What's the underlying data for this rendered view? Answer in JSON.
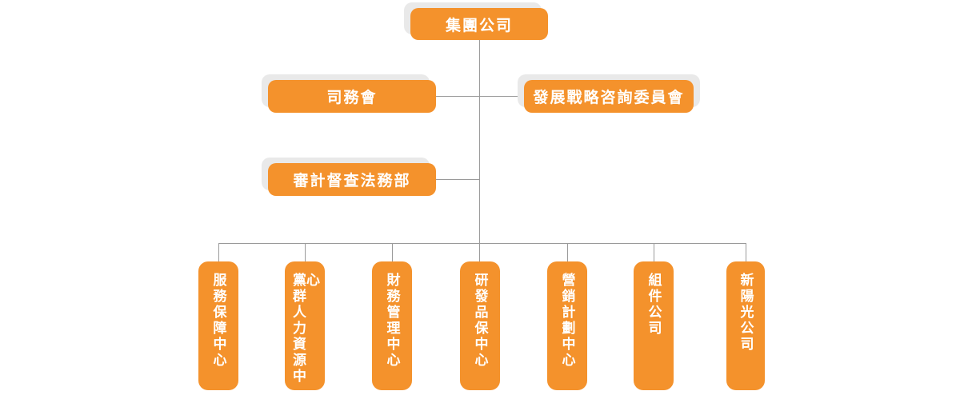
{
  "org_chart": {
    "root": {
      "label": "集團公司"
    },
    "level2": {
      "left": {
        "label": "司務會"
      },
      "right": {
        "label": "發展戰略咨詢委員會"
      }
    },
    "level3": {
      "left": {
        "label": "審計督查法務部"
      }
    },
    "departments": [
      {
        "label": "服務保障中心"
      },
      {
        "label": "黨群人力資源中心"
      },
      {
        "label": "財務管理中心"
      },
      {
        "label": "研發品保中心"
      },
      {
        "label": "營銷計劃中心"
      },
      {
        "label": "組件公司"
      },
      {
        "label": "新陽光公司"
      }
    ],
    "colors": {
      "box_fill": "#F4922C",
      "box_text": "#FFFFFF",
      "box_shadow": "#E9E9E9",
      "connector_line": "#9A9A9A",
      "background": "#FFFFFF"
    }
  }
}
